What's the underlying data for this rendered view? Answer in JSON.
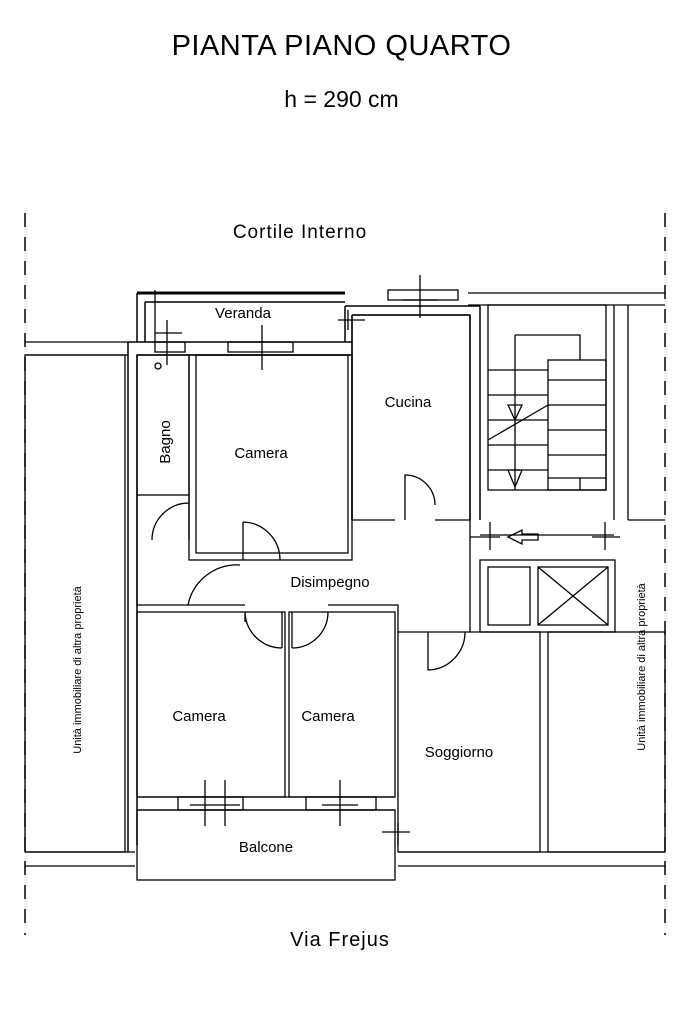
{
  "header": {
    "title": "PIANTA PIANO QUARTO",
    "height_note": "h = 290 cm"
  },
  "surroundings": {
    "top_street": "Cortile Interno",
    "bottom_street": "Via Frejus",
    "left_neighbor": "Unità immobiliare di altra proprietà",
    "right_neighbor": "Unità immobiliare di altra proprietà"
  },
  "rooms": {
    "veranda": "Veranda",
    "cucina": "Cucina",
    "bagno": "Bagno",
    "camera_top": "Camera",
    "disimpegno": "Disimpegno",
    "camera_left": "Camera",
    "camera_right": "Camera",
    "soggiorno": "Soggiorno",
    "balcone": "Balcone"
  }
}
